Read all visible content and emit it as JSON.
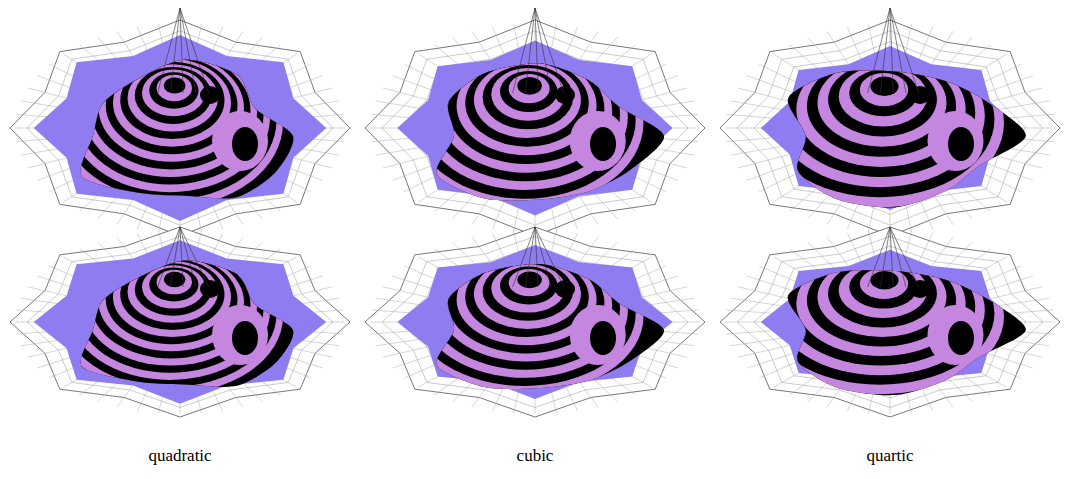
{
  "diagram": {
    "labels": [
      "quadratic",
      "cubic",
      "quartic"
    ]
  }
}
